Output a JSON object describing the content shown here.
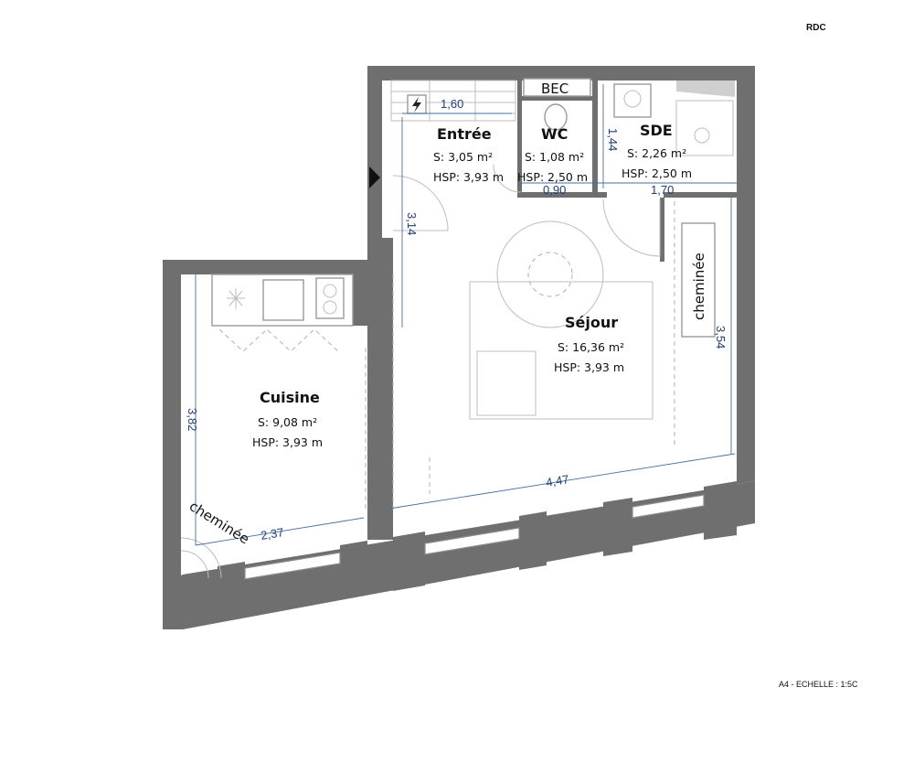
{
  "header": {
    "level": "RDC"
  },
  "footer": {
    "scale": "A4 - ECHELLE : 1:5C"
  },
  "rooms": {
    "entree": {
      "name": "Entrée",
      "surface": "S: 3,05 m²",
      "hsp": "HSP: 3,93 m"
    },
    "wc": {
      "name": "WC",
      "surface": "S: 1,08 m²",
      "hsp": "HSP: 2,50 m"
    },
    "sde": {
      "name": "SDE",
      "surface": "S: 2,26 m²",
      "hsp": "HSP: 2,50 m"
    },
    "sejour": {
      "name": "Séjour",
      "surface": "S: 16,36 m²",
      "hsp": "HSP: 3,93 m"
    },
    "cuisine": {
      "name": "Cuisine",
      "surface": "S: 9,08 m²",
      "hsp": "HSP: 3,93 m"
    }
  },
  "labels": {
    "bec": "BEC",
    "cheminee_sejour": "cheminée",
    "cheminee_cuisine": "cheminée"
  },
  "dimensions": {
    "entree_width": "1,60",
    "entree_height": "3,14",
    "wc_width": "0,90",
    "sde_width": "1,70",
    "wc_height": "1,44",
    "sejour_height": "3,54",
    "sejour_width": "4,47",
    "cuisine_height": "3,82",
    "cuisine_width": "2,37"
  },
  "icons": {
    "electric_panel": "lightning-icon",
    "entry_marker": "entry-arrow-icon"
  },
  "colors": {
    "wall": "#6f6f6f",
    "dimension": "#1f3f75"
  }
}
